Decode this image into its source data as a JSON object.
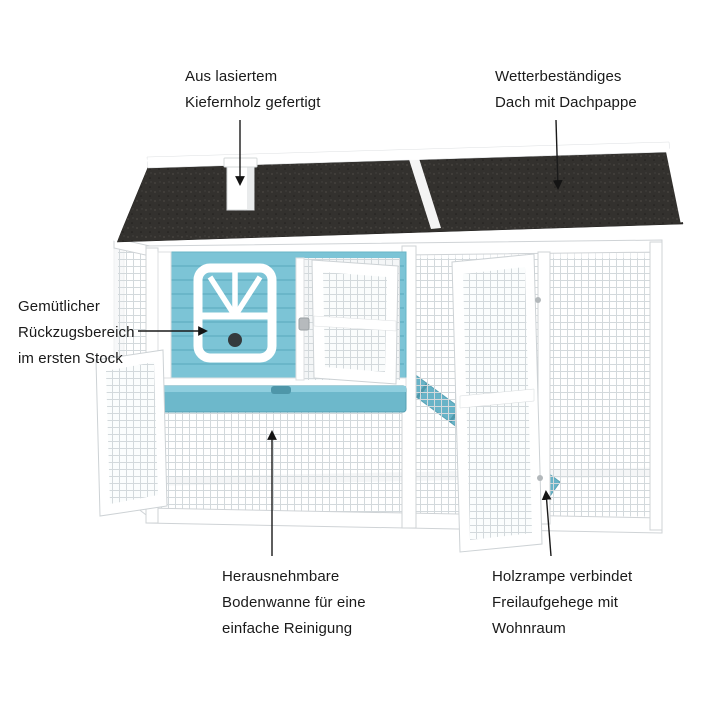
{
  "colors": {
    "text": "#1a1a1a",
    "house_blue": "#7cc4d6",
    "house_blue_dark": "#58a7bb",
    "tray_blue": "#6db8cb",
    "ramp_blue": "#68b3c7",
    "roof_dark": "#33312e",
    "frame_stroke": "#cfd3d6",
    "mesh_line": "#d3d9dc"
  },
  "annotations": {
    "wood": {
      "lines": [
        "Aus lasiertem",
        "Kiefernholz gefertigt"
      ]
    },
    "roof": {
      "lines": [
        "Wetterbeständiges",
        "Dach mit Dachpappe"
      ]
    },
    "retreat": {
      "lines": [
        "Gemütlicher",
        "Rückzugsbereich",
        "im ersten Stock"
      ]
    },
    "tray": {
      "lines": [
        "Herausnehmbare",
        "Bodenwanne für eine",
        "einfache Reinigung"
      ]
    },
    "ramp": {
      "lines": [
        "Holzrampe verbindet",
        "Freilaufgehege mit",
        "Wohnraum"
      ]
    }
  }
}
